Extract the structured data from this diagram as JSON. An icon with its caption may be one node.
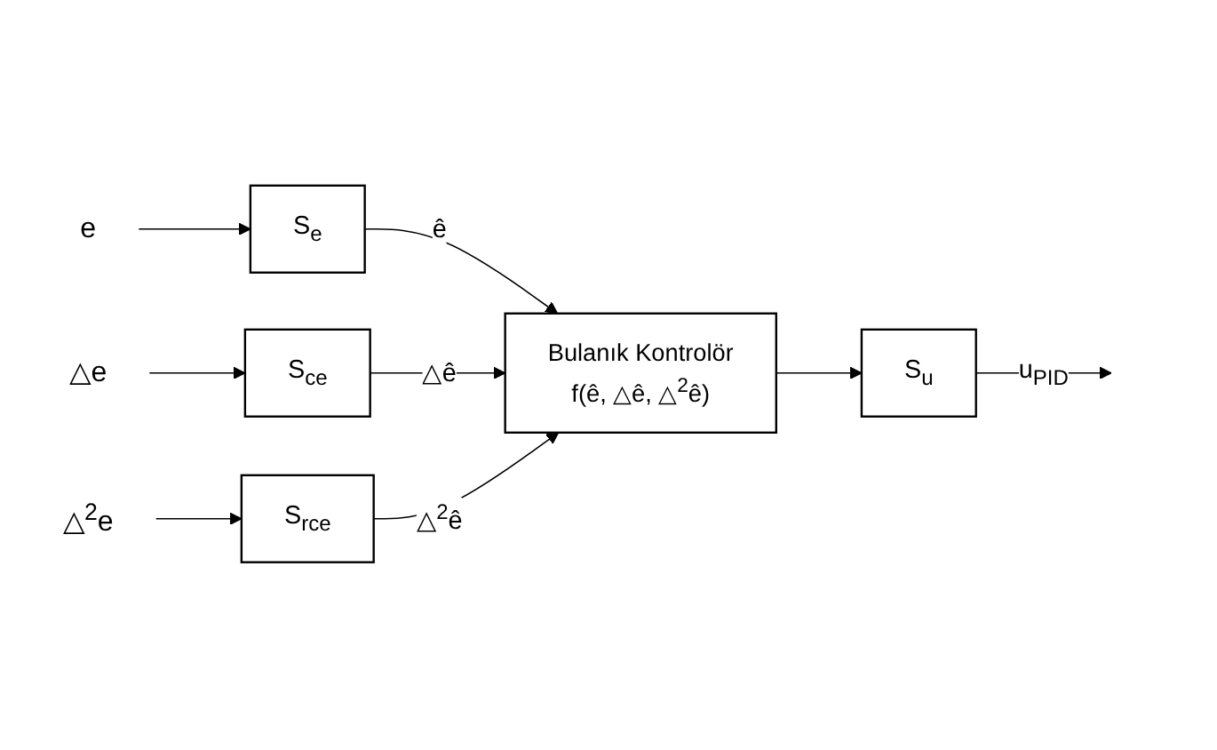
{
  "diagram": {
    "nodes": [
      {
        "text": [
          "e"
        ]
      },
      {
        "text": [
          "△e"
        ]
      },
      {
        "text": [
          "△$^{2}$e"
        ]
      },
      {
        "text": [
          "S$_{e}$"
        ]
      },
      {
        "text": [
          "S$_{ce}$"
        ]
      },
      {
        "text": [
          "S$_{rce}$"
        ]
      },
      {
        "text": [
          "Bulanık Kontrolör",
          "f(ê, △ê, △$^{2}$ê)"
        ]
      },
      {
        "text": [
          "S$_{u}$"
        ]
      }
    ],
    "edges": [
      {
        "from": 0,
        "to": 3,
        "arrow": "to"
      },
      {
        "from": 1,
        "to": 4,
        "arrow": "to"
      },
      {
        "from": 2,
        "to": 5,
        "arrow": "to"
      },
      {
        "from": 3,
        "to": 6,
        "arrow": "to",
        "label": "ê"
      },
      {
        "from": 4,
        "to": 6,
        "arrow": "to",
        "label": "△ê"
      },
      {
        "from": 5,
        "to": 6,
        "arrow": "to",
        "label": "△$^{2}$ê"
      },
      {
        "from": 6,
        "to": 7,
        "arrow": "to"
      },
      {
        "from": 7,
        "to": null,
        "arrow": "to",
        "label": "u$_{PID}$"
      }
    ]
  }
}
